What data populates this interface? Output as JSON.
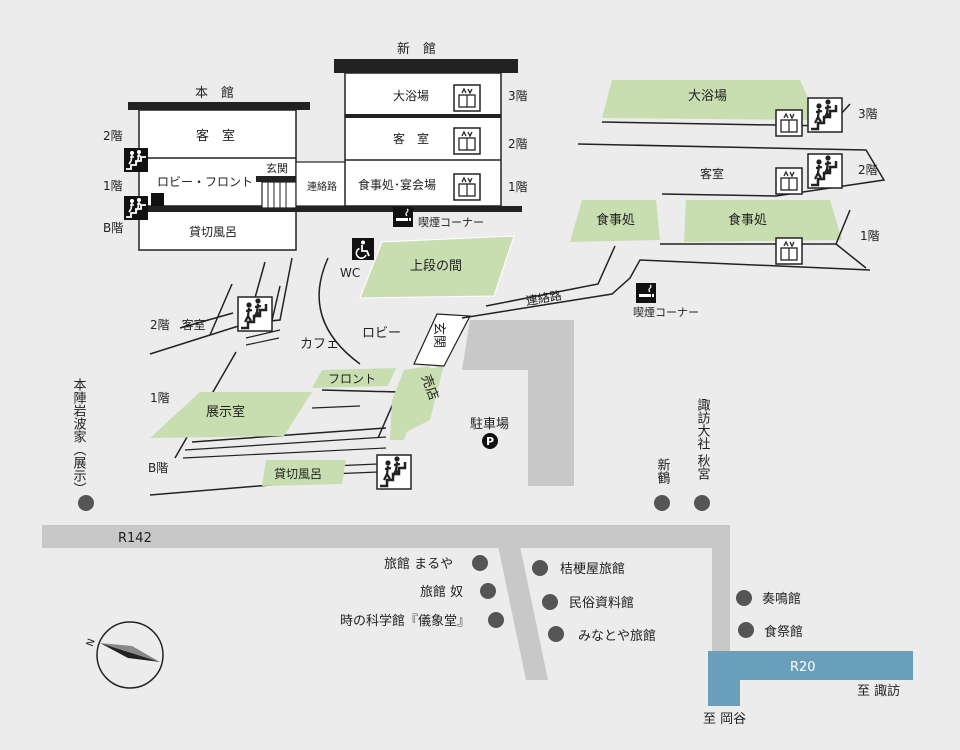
{
  "colors": {
    "background": "#ececec",
    "green": "#c8ddb0",
    "road_gray": "#c8c8c8",
    "road_blue": "#6a9fbb",
    "building_line": "#222222"
  },
  "main_building": {
    "title": "本　館",
    "floors": {
      "f2": "2階",
      "f1": "1階",
      "fb": "B階"
    },
    "rooms": {
      "guest": "客　室",
      "lobby": "ロビー・フロント",
      "bath": "貸切風呂"
    },
    "entrance": "玄関"
  },
  "new_building": {
    "title": "新　館",
    "floors": {
      "f3": "3階",
      "f2": "2階",
      "f1": "1階"
    },
    "rooms": {
      "bath": "大浴場",
      "guest": "客　室",
      "dining": "食事処･宴会場"
    }
  },
  "corridor": "連絡路",
  "smoking": "喫煙コーナー",
  "iso": {
    "upper_room": "上段の間",
    "wc": "WC",
    "cafe": "カフェ",
    "lobby": "ロビー",
    "floor2_guest": "2階　客室",
    "front": "フロント",
    "floor1": "1階",
    "exhibition": "展示室",
    "floorb": "B階",
    "bath": "貸切風呂",
    "entrance": "玄関",
    "shop": "売店",
    "parking": "駐車場",
    "parking_symbol": "P",
    "corridor": "連絡路",
    "smoking": "喫煙コーナー"
  },
  "right_iso": {
    "bath": "大浴場",
    "floor3": "3階",
    "guest": "客室",
    "floor2": "2階",
    "dining1": "食事処",
    "dining2": "食事処",
    "floor1": "1階"
  },
  "roads": {
    "r142": "R142",
    "r20": "R20",
    "to_suwa": "至 諏訪",
    "to_okaya": "至 岡谷"
  },
  "landmarks": {
    "honjin": "本陣岩波家（展示）",
    "shintsuru": "新鶴",
    "suwa_taisha": "諏訪大社 秋宮",
    "maruya": "旅館 まるや",
    "yakko": "旅館 奴",
    "gishodo": "時の科学館『儀象堂』",
    "kikyoya": "桔梗屋旅館",
    "minzoku": "民俗資料館",
    "minatoya": "みなとや旅館",
    "soumeikan": "奏鳴館",
    "shokusaikan": "食祭館"
  },
  "compass": {
    "label": "N"
  }
}
